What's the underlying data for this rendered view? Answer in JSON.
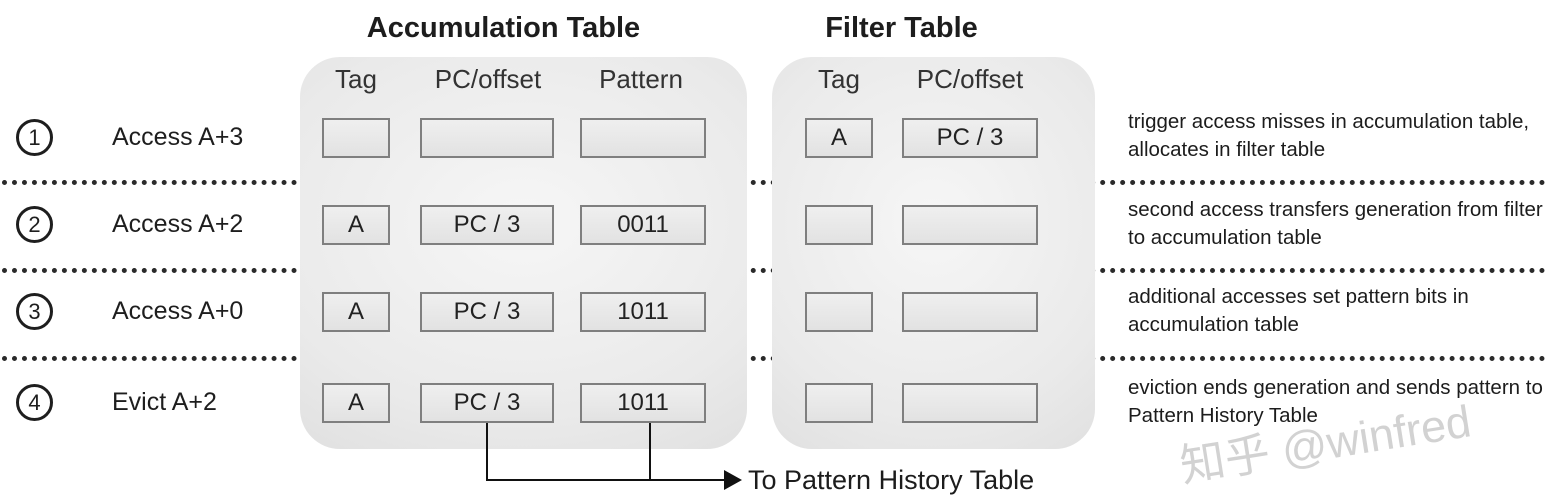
{
  "diagram": {
    "accumulation_table": {
      "title": "Accumulation Table",
      "headers": [
        "Tag",
        "PC/offset",
        "Pattern"
      ],
      "rows": [
        [
          "",
          "",
          ""
        ],
        [
          "A",
          "PC / 3",
          "0011"
        ],
        [
          "A",
          "PC / 3",
          "1011"
        ],
        [
          "A",
          "PC / 3",
          "1011"
        ]
      ]
    },
    "filter_table": {
      "title": "Filter Table",
      "headers": [
        "Tag",
        "PC/offset"
      ],
      "rows": [
        [
          "A",
          "PC / 3"
        ],
        [
          "",
          ""
        ],
        [
          "",
          ""
        ],
        [
          "",
          ""
        ]
      ]
    },
    "steps": [
      {
        "number": "1",
        "label": "Access A+3",
        "description": "trigger access misses in accumulation table, allocates in filter table"
      },
      {
        "number": "2",
        "label": "Access A+2",
        "description": "second access transfers generation from filter to accumulation table"
      },
      {
        "number": "3",
        "label": "Access A+0",
        "description": "additional accesses set pattern bits in accumulation table"
      },
      {
        "number": "4",
        "label": "Evict A+2",
        "description": "eviction ends generation and sends pattern to Pattern History Table"
      }
    ],
    "arrow_label": "To Pattern History Table",
    "watermark": "知乎 @winfred"
  },
  "colors": {
    "panel_edge": "#d0d0d0",
    "panel_center": "#f6f6f6",
    "cell_fill": "#e9e9e9",
    "cell_border": "#7f7f7f",
    "text": "#1c1c1c",
    "line": "#111111",
    "watermark": "#c8c8c8"
  }
}
